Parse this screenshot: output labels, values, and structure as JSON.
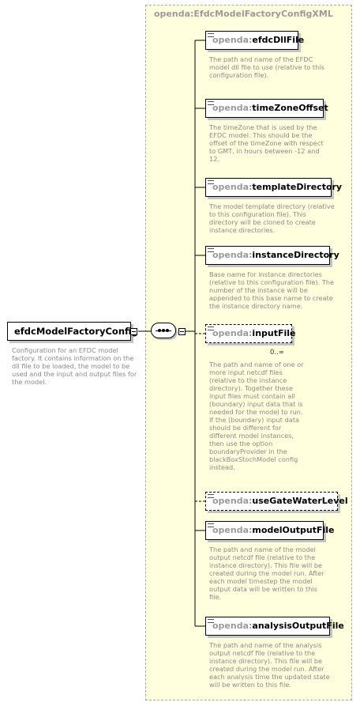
{
  "complex_type": "openda:EfdcModelFactoryConfigXML",
  "root": {
    "name": "efdcModelFactoryConfig",
    "description": "Configuration for an EFDC model factory. It contains information on the dll file to be loaded, the model to be used and the input and output files for the model."
  },
  "elements": [
    {
      "prefix": "openda:",
      "name": "efdcDllFile",
      "optional": false,
      "description": "The path and name of the EFDC model dll file to use (relative to this configuration file)."
    },
    {
      "prefix": "openda:",
      "name": "timeZoneOffset",
      "optional": false,
      "description": "The timeZone that is used by the EFDC model. This should be the offset of the timeZone with respect to GMT, in hours between -12 and 12."
    },
    {
      "prefix": "openda:",
      "name": "templateDirectory",
      "optional": false,
      "description": "The model template directory (relative to this configuration file). This directory will be cloned to create instance directories."
    },
    {
      "prefix": "openda:",
      "name": "instanceDirectory",
      "optional": false,
      "description": "Base name for instance directories (relative to this configuration file). The number of the instance will be appended to this base name to create the instance directory name."
    },
    {
      "prefix": "openda:",
      "name": "inputFile",
      "optional": true,
      "cardinality": "0..∞",
      "description": "The path and name of one or more input netcdf files (relative to the instance directory). Together these input files must contain all (boundary) input data that is needed for the model to run. If the (boundary) input data should be different for different model instances, then use the option boundaryProvider in the blackBoxStochModel config instead."
    },
    {
      "prefix": "openda:",
      "name": "useGateWaterLevel",
      "optional": true,
      "description": ""
    },
    {
      "prefix": "openda:",
      "name": "modelOutputFile",
      "optional": false,
      "description": "The path and name of the model output netcdf file (relative to the instance directory). This file will be created during the model run. After each model timestep the model output data will be written to this file."
    },
    {
      "prefix": "openda:",
      "name": "analysisOutputFile",
      "optional": false,
      "description": "The path and name of the analysis output netcdf file (relative to the instance directory). This file will be created during the model run. After each analysis time the updated state will be written to this file."
    }
  ]
}
